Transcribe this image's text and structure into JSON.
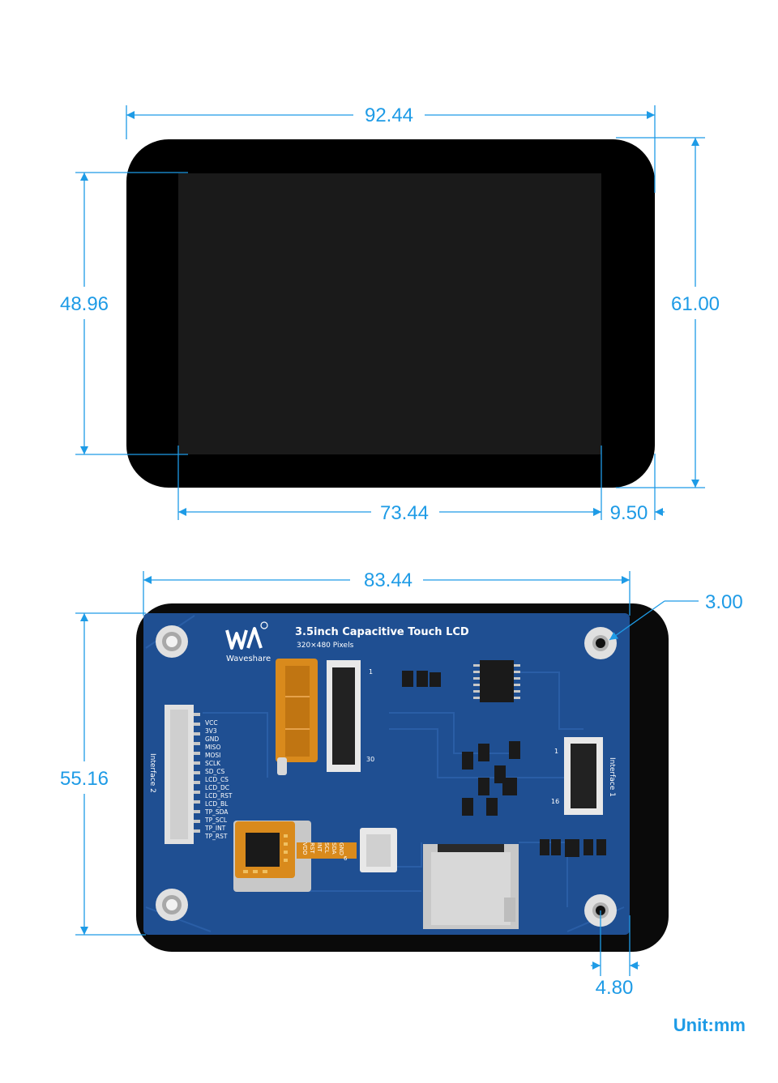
{
  "colors": {
    "dimension_line": "#1e9be6",
    "bezel": "#000000",
    "screen": "#1a1a1a",
    "pcb": "#1f4f92",
    "unit_text": "#1e9be6"
  },
  "top_view": {
    "width_total": "92.44",
    "height_total": "61.00",
    "display_height": "48.96",
    "display_width": "73.44",
    "right_margin": "9.50"
  },
  "bottom_view": {
    "pcb_width": "83.44",
    "pcb_height": "55.16",
    "hole_diameter": "3.00",
    "edge_offset": "4.80",
    "board": {
      "brand": "Waveshare",
      "title": "3.5inch Capacitive Touch LCD",
      "subtitle": "320×480 Pixels",
      "interface_left": "Interface 2",
      "interface_right": "Interface 1",
      "pin_labels": [
        "VCC",
        "3V3",
        "GND",
        "MISO",
        "MOSI",
        "SCLK",
        "SD_CS",
        "LCD_CS",
        "LCD_DC",
        "LCD_RST",
        "LCD_BL",
        "TP_SDA",
        "TP_SCL",
        "TP_INT",
        "TP_RST"
      ],
      "tp_labels": [
        "VDD",
        "RST",
        "INT",
        "SCL",
        "SDA",
        "GND"
      ],
      "pin_num_1a": "1",
      "pin_num_30": "30",
      "pin_num_1b": "1",
      "pin_num_16": "16",
      "pin_num_6": "6"
    }
  },
  "unit_label": "Unit:mm"
}
